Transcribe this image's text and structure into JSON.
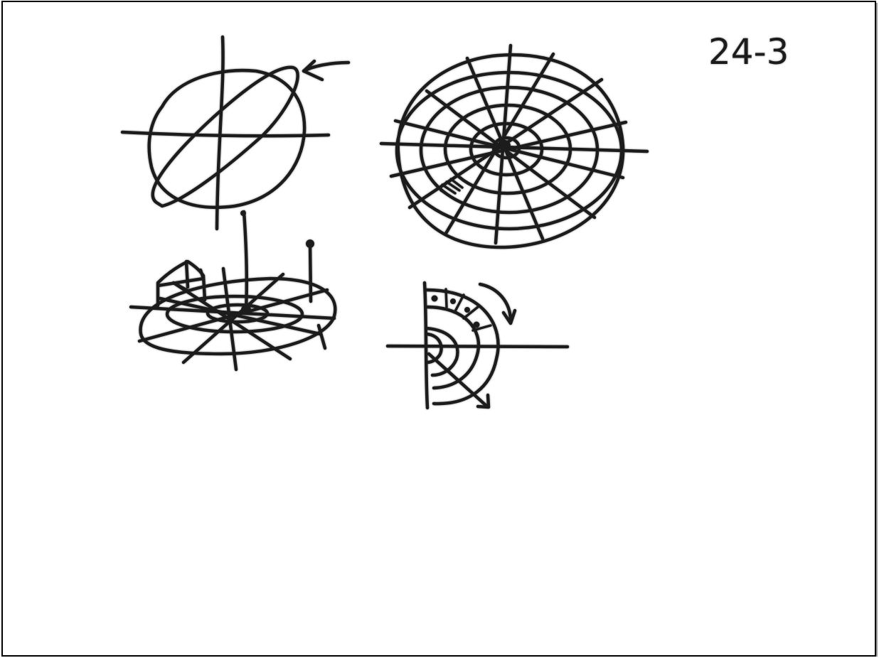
{
  "canvas": {
    "background": "#ffffff",
    "border_color": "#000000",
    "ink_color": "#1c1c1c"
  },
  "page_label": {
    "text": "24-3"
  },
  "sketches": [
    {
      "name": "tilted-orbit-sketch"
    },
    {
      "name": "polar-grid-sketch"
    },
    {
      "name": "perspective-disk-sketch"
    },
    {
      "name": "half-disk-rotation-sketch"
    }
  ]
}
